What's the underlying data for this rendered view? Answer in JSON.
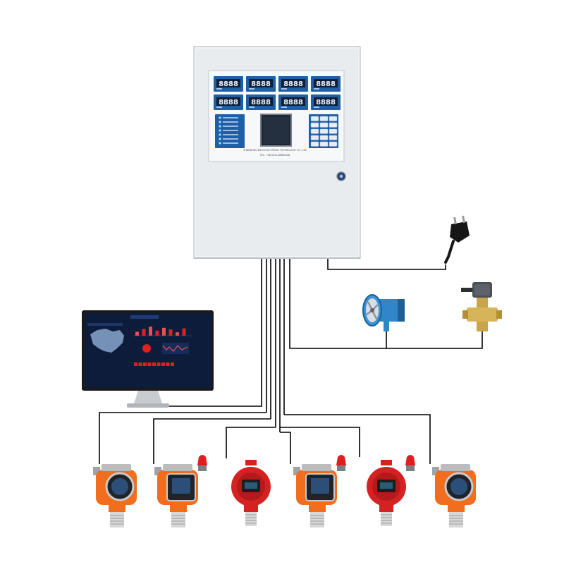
{
  "panel": {
    "company_line": "SHANDONG KAIYI ELECTRONIC TECHNOLOGY CO., LTD",
    "tel_line": "TEL: +86 0531-88884108",
    "digit_value": "8888",
    "display_count": 8,
    "indicator_count": 7,
    "keypad_rows": 5,
    "keypad_cols": 3,
    "colors": {
      "cabinet": "#e9ecee",
      "faceplate": "#f7f8f9",
      "digit_bezel": "#1f5fa8",
      "digit_window": "#0f1e33",
      "digit_on": "#e8f0ff",
      "lcd": "#1b2430"
    }
  },
  "monitor": {
    "colors": {
      "screen_bg": "#0c1c3a",
      "frame": "#1a1a1a",
      "accent": "#e02020"
    },
    "gauge_values": [
      0.35,
      0.6,
      0.8,
      0.45,
      0.7,
      0.55,
      0.3,
      0.65
    ],
    "status_row_count": 9
  },
  "devices": {
    "power_plug": {
      "icon": "power-plug-icon",
      "color": "#161616"
    },
    "fan": {
      "icon": "axial-fan-icon",
      "color": "#2f86c9"
    },
    "valve": {
      "icon": "solenoid-valve-icon",
      "color": "#c9a54a"
    }
  },
  "detectors": [
    {
      "icon": "gas-detector-icon",
      "body": "#f06e1d",
      "face": "round-display",
      "alarm_light": false
    },
    {
      "icon": "gas-detector-icon",
      "body": "#f06e1d",
      "face": "square-display",
      "alarm_light": true
    },
    {
      "icon": "explosion-proof-detector-icon",
      "body": "#d42121",
      "face": "square-display",
      "alarm_light": false
    },
    {
      "icon": "gas-detector-icon",
      "body": "#f06e1d",
      "face": "square-display",
      "alarm_light": true
    },
    {
      "icon": "explosion-proof-detector-icon",
      "body": "#d42121",
      "face": "square-display",
      "alarm_light": true
    },
    {
      "icon": "gas-detector-icon",
      "body": "#f06e1d",
      "face": "round-display",
      "alarm_light": false
    }
  ],
  "wire_color": "#000000"
}
